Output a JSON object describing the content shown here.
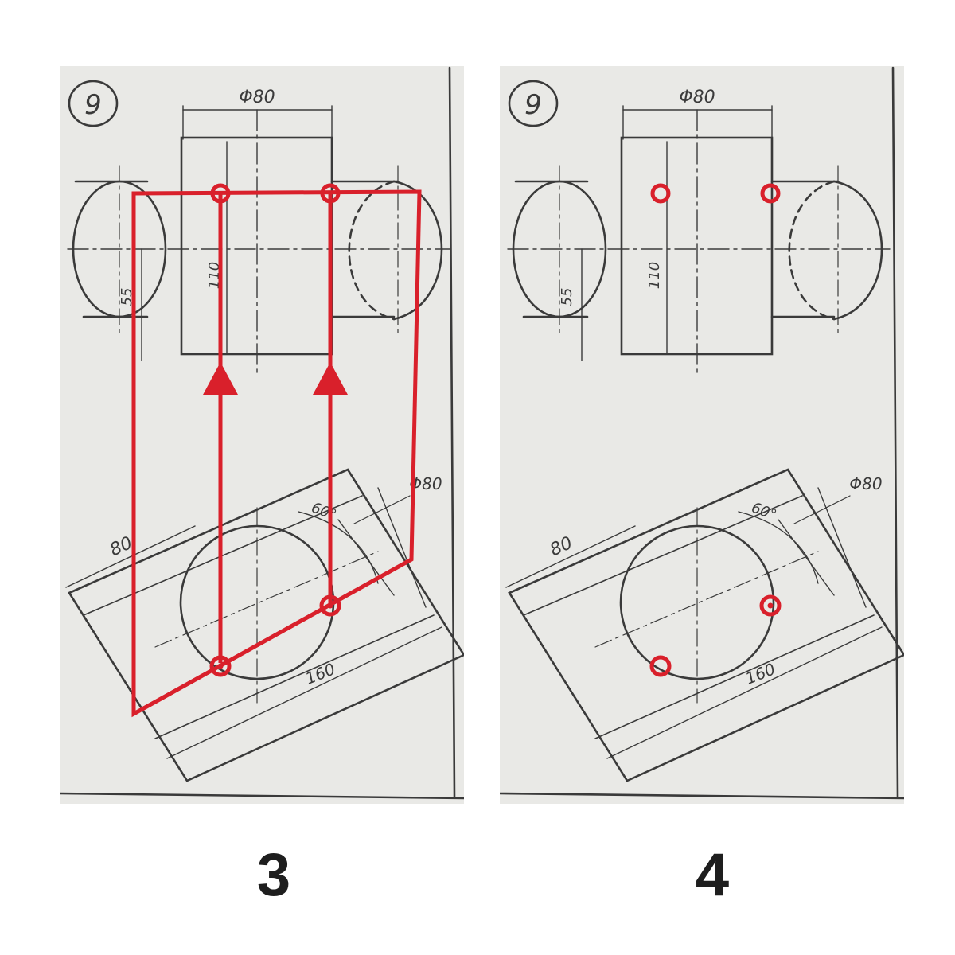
{
  "panels": [
    {
      "step_label": "3",
      "sheet_number": "9",
      "dims": {
        "diameter_top": "Φ80",
        "dim_55": "55",
        "dim_110": "110",
        "dim_80": "80",
        "angle": "60°",
        "diameter_bottom": "Φ80",
        "dim_160": "160"
      }
    },
    {
      "step_label": "4",
      "sheet_number": "9",
      "dims": {
        "diameter_top": "Φ80",
        "dim_55": "55",
        "dim_110": "110",
        "dim_80": "80",
        "angle": "60°",
        "diameter_bottom": "Φ80",
        "dim_160": "160"
      }
    }
  ],
  "colors": {
    "construction_red": "#d9202b",
    "pencil": "#3a3a3a",
    "paper": "#e9e9e6"
  }
}
